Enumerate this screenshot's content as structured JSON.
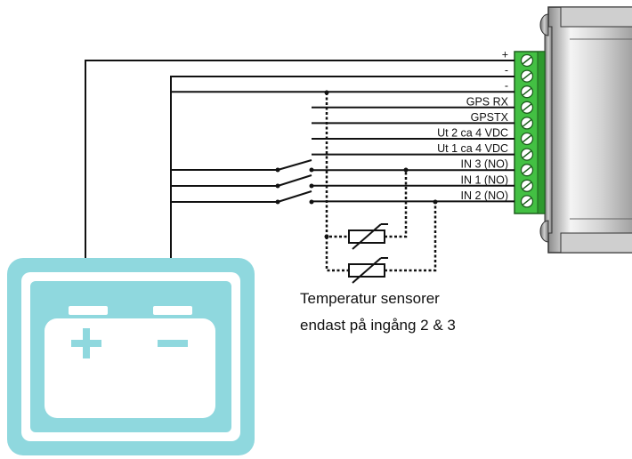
{
  "terminal_labels": [
    "+",
    "-",
    "-",
    "GPS RX",
    "GPSTX",
    "Ut 2 ca 4 VDC",
    "Ut 1 ca 4 VDC",
    "IN 3 (NO)",
    "IN 1 (NO)",
    "IN 2 (NO)"
  ],
  "battery": {
    "plus_symbol": "+",
    "minus_symbol": "−"
  },
  "caption": {
    "line1": "Temperatur sensorer",
    "line2": "endast på ingång 2 & 3"
  },
  "colors": {
    "terminal_block": "#3fbf3f",
    "battery_frame": "#8fd8de",
    "wire": "#111111",
    "device_body": "#d9d9d9"
  }
}
